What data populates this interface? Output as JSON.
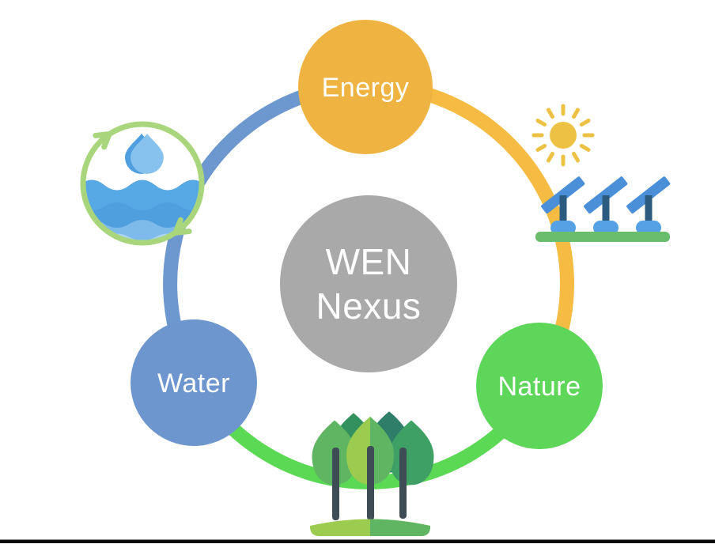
{
  "center": {
    "line1": "WEN",
    "line2": "Nexus",
    "color": "#A9A9A9"
  },
  "nodes": {
    "energy": {
      "label": "Energy",
      "color": "#EFB341"
    },
    "water": {
      "label": "Water",
      "color": "#6D96CE"
    },
    "nature": {
      "label": "Nature",
      "color": "#5DD65A"
    }
  },
  "ring": {
    "blue": "#6D97CF",
    "yellow": "#F5BB42",
    "green": "#5CD954"
  },
  "icons": {
    "water_cycle": {
      "name": "water-cycle-icon",
      "outline_green": "#A9D67C",
      "drop_dark": "#4F9FE0",
      "drop_light": "#87C1ED",
      "wave1": "#57A9E5",
      "wave2": "#4F9FDF",
      "wave3": "#7EBBEA",
      "wave4": "#AAD4F2"
    },
    "solar": {
      "name": "solar-panels-icon",
      "sun": "#EDC244",
      "panel": "#4A8FD7",
      "post": "#2B5B7E",
      "foot": "#56A1E5",
      "ground": "#6ABD6D"
    },
    "trees": {
      "name": "trees-icon",
      "light": "#9BCB4F",
      "medium": "#5FB561",
      "dark": "#3FA066",
      "back_dark": "#339160",
      "teal": "#2E7E6A",
      "trunk": "#3D4C55"
    }
  },
  "text_color": "#FFFFFF",
  "bottom_line_color": "#0A0A0A"
}
